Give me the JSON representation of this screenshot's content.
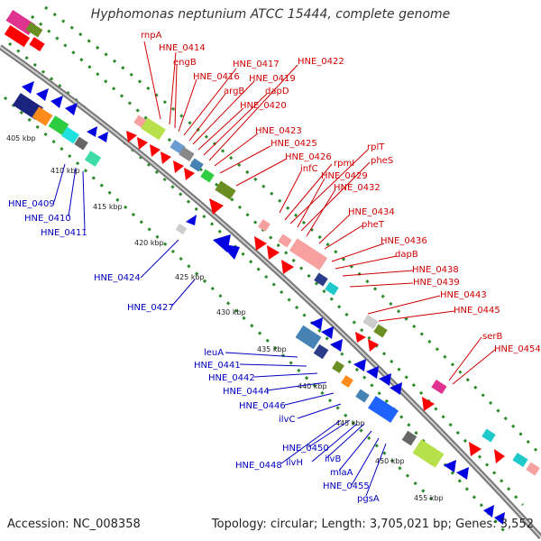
{
  "title": "Hyphomonas neptunium ATCC 15444, complete genome",
  "footer": {
    "accession": "Accession: NC_008358",
    "summary": "Topology: circular; Length: 3,705,021 bp; Genes: 3,552"
  },
  "kbp_labels": [
    "405 kbp",
    "410 kbp",
    "415 kbp",
    "420 kbp",
    "425 kbp",
    "430 kbp",
    "435 kbp",
    "440 kbp",
    "445 kbp",
    "450 kbp",
    "455 kbp"
  ],
  "forward_genes": [
    "rnpA",
    "HNE_0414",
    "engB",
    "HNE_0416",
    "HNE_0417",
    "argB",
    "HNE_0419",
    "HNE_0420",
    "dapD",
    "HNE_0422",
    "HNE_0423",
    "HNE_0425",
    "HNE_0426",
    "infC",
    "rpmI",
    "rplT",
    "HNE_0429",
    "pheS",
    "HNE_0432",
    "HNE_0434",
    "pheT",
    "HNE_0436",
    "dapB",
    "HNE_0438",
    "HNE_0439",
    "HNE_0443",
    "HNE_0445",
    "serB",
    "HNE_0454"
  ],
  "reverse_genes": [
    "HNE_0409",
    "HNE_0410",
    "HNE_0411",
    "HNE_0424",
    "HNE_0427",
    "leuA",
    "HNE_0441",
    "HNE_0442",
    "HNE_0444",
    "HNE_0446",
    "ilvC",
    "HNE_0448",
    "HNE_0450",
    "ilvH",
    "ilvB",
    "miaA",
    "HNE_0455",
    "pgsA"
  ],
  "colors": {
    "forward_label": "#d00000",
    "reverse_label": "#0000c0",
    "backbone": "#888888",
    "tick": "#2a8a2a"
  }
}
